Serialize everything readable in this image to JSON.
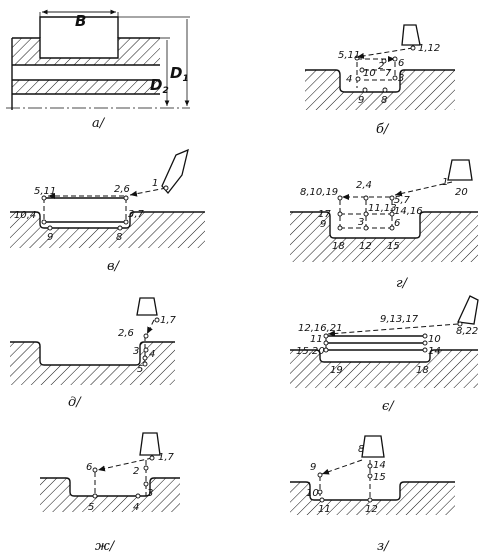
{
  "panels": {
    "a": {
      "caption": "а/",
      "dim_b": "B",
      "dim_d2": "D",
      "dim_d2_sub": "2",
      "dim_d1": "D",
      "dim_d1_sub": "1"
    },
    "b": {
      "caption": "б/",
      "points": [
        "5,11",
        "1,12",
        "2",
        "6",
        "10",
        "4",
        "7",
        "3",
        "9",
        "8"
      ]
    },
    "v": {
      "caption": "в/",
      "points": [
        "5,11",
        "2,6",
        "1",
        "10,4",
        "3,7",
        "9",
        "8"
      ]
    },
    "g": {
      "caption": "г/",
      "points": [
        "8,10,19",
        "2,4",
        "1",
        "20",
        "5,7",
        "11,13",
        "14,16",
        "17",
        "9",
        "3",
        "6",
        "18",
        "12",
        "15"
      ]
    },
    "d": {
      "caption": "д/",
      "points": [
        "1,7",
        "2,6",
        "3",
        "4",
        "5"
      ]
    },
    "e": {
      "caption": "є/",
      "points": [
        "12,16,21",
        "9,13,17",
        "8,22",
        "11",
        "10",
        "14",
        "15,20",
        "19",
        "18"
      ]
    },
    "zh": {
      "caption": "ж/",
      "points": [
        "6",
        "1,7",
        "2",
        "3",
        "5",
        "4"
      ]
    },
    "z": {
      "caption": "з/",
      "points": [
        "8",
        "9",
        "14",
        "15",
        "10",
        "11",
        "12"
      ]
    }
  }
}
